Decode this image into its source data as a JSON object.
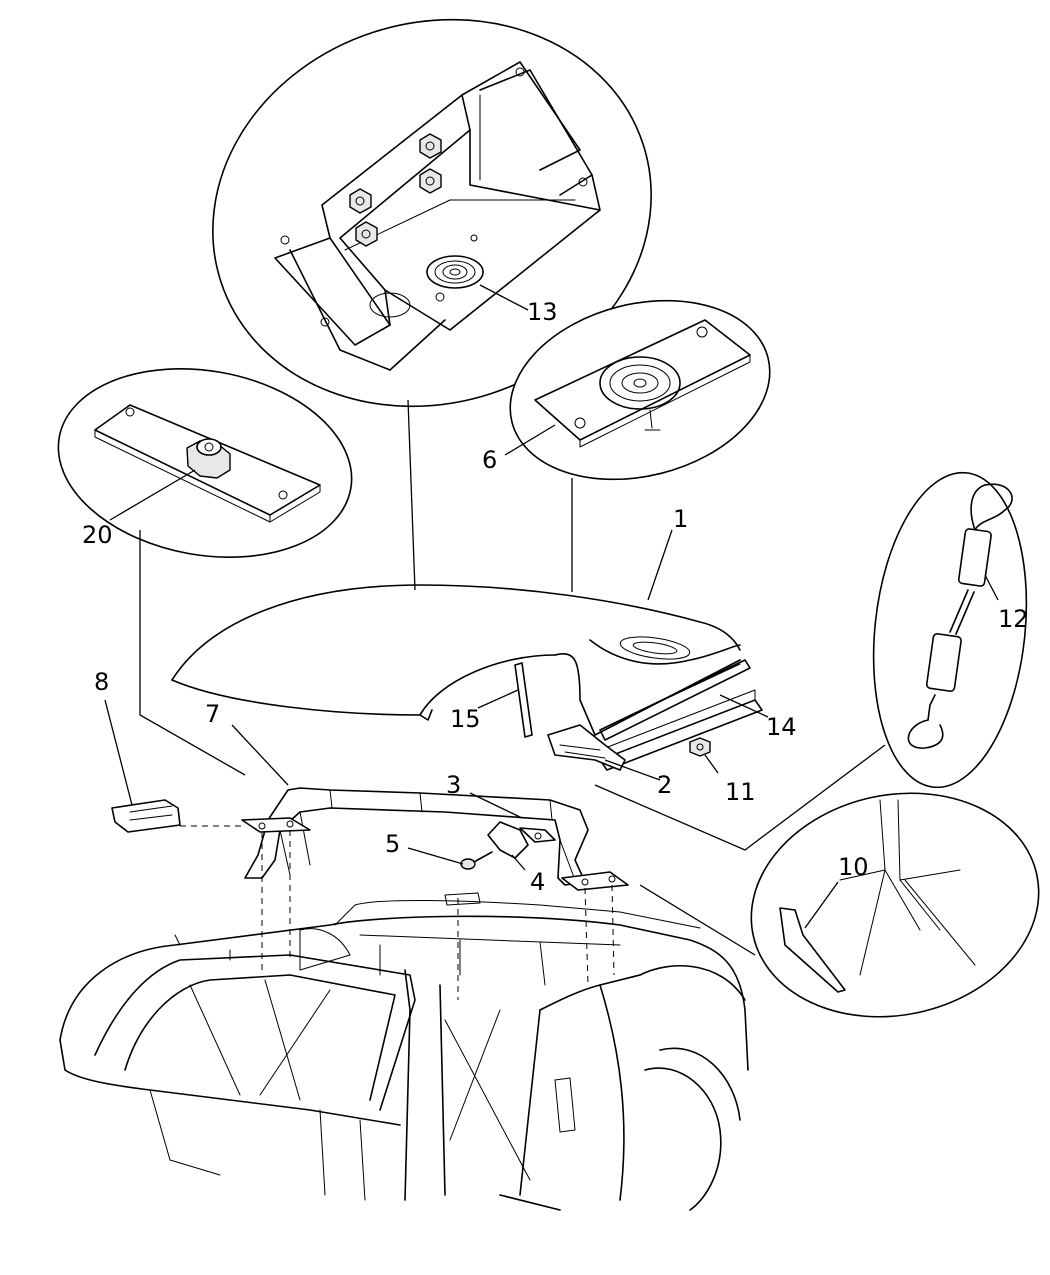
{
  "callouts": [
    {
      "id": "1",
      "label": "1"
    },
    {
      "id": "2",
      "label": "2"
    },
    {
      "id": "3",
      "label": "3"
    },
    {
      "id": "4",
      "label": "4"
    },
    {
      "id": "5",
      "label": "5"
    },
    {
      "id": "6",
      "label": "6"
    },
    {
      "id": "7",
      "label": "7"
    },
    {
      "id": "8",
      "label": "8"
    },
    {
      "id": "10",
      "label": "10"
    },
    {
      "id": "11",
      "label": "11"
    },
    {
      "id": "12",
      "label": "12"
    },
    {
      "id": "13",
      "label": "13"
    },
    {
      "id": "14",
      "label": "14"
    },
    {
      "id": "15",
      "label": "15"
    },
    {
      "id": "20",
      "label": "20"
    }
  ]
}
